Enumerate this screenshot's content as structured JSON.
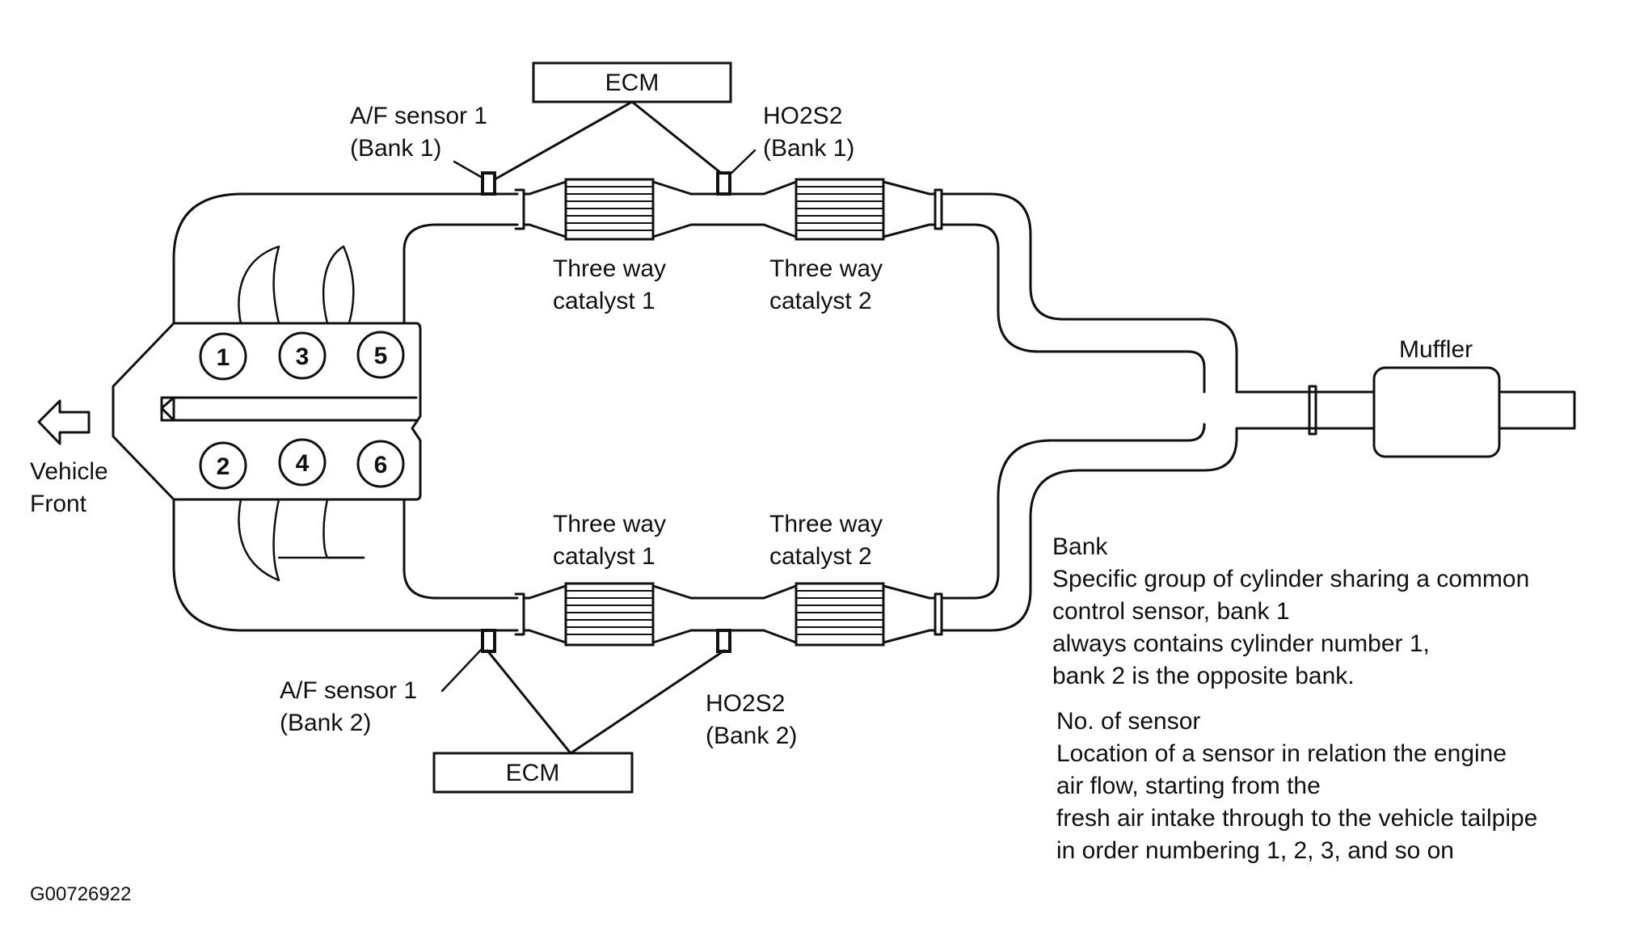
{
  "ecm_top": "ECM",
  "ecm_bottom": "ECM",
  "af_sensor_bank1": [
    "A/F sensor 1",
    "(Bank 1)"
  ],
  "ho2s2_bank1": [
    "HO2S2",
    "(Bank 1)"
  ],
  "af_sensor_bank2": [
    "A/F sensor 1",
    "(Bank 2)"
  ],
  "ho2s2_bank2": [
    "HO2S2",
    "(Bank 2)"
  ],
  "catalyst_top_1": [
    "Three way",
    "catalyst 1"
  ],
  "catalyst_top_2": [
    "Three way",
    "catalyst 2"
  ],
  "catalyst_bottom_1": [
    "Three way",
    "catalyst 1"
  ],
  "catalyst_bottom_2": [
    "Three way",
    "catalyst 2"
  ],
  "muffler": "Muffler",
  "vehicle_front": [
    "Vehicle",
    "Front"
  ],
  "cylinders": [
    "1",
    "3",
    "5",
    "2",
    "4",
    "6"
  ],
  "definitions": {
    "bank_title": "Bank",
    "bank_lines": [
      "Specific group of cylinder sharing a common",
      "control sensor, bank 1",
      "always contains cylinder number 1,",
      "bank 2 is the opposite bank."
    ],
    "sensor_title": "No. of sensor",
    "sensor_lines": [
      "Location of a sensor in relation the engine",
      "air flow, starting from the",
      "fresh air intake through to the vehicle tailpipe",
      "in order numbering 1, 2, 3, and so on"
    ]
  },
  "figure_id": "G00726922"
}
